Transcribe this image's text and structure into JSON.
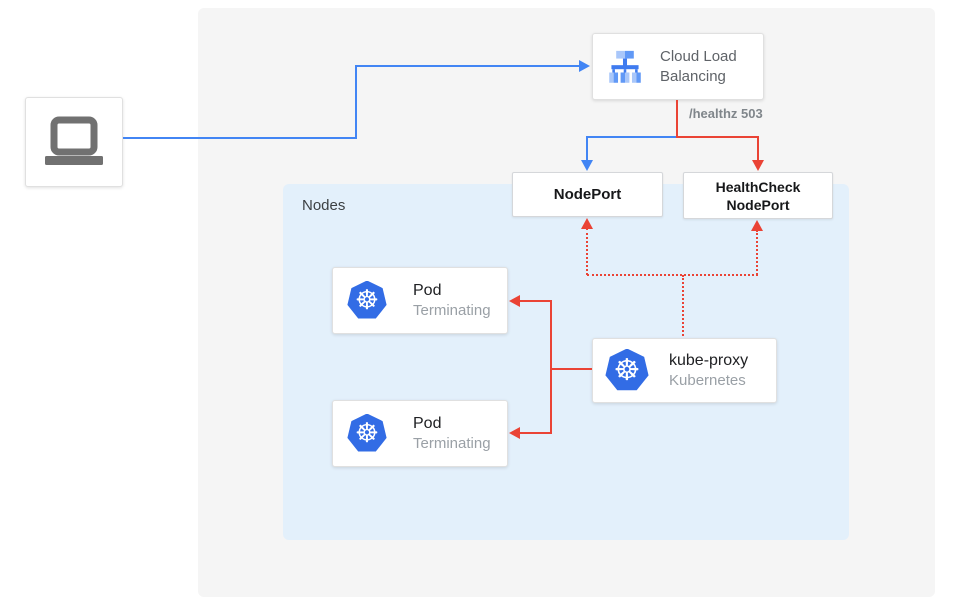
{
  "colors": {
    "blue": "#4285f4",
    "red": "#ea4335",
    "nodes_bg": "#e3f0fb",
    "canvas_bg": "#f5f5f5",
    "icon_gray": "#717171",
    "k8s_blue": "#326ce5"
  },
  "icons": {
    "client": "laptop-icon",
    "load_balancer": "cloud-load-balancing-icon",
    "kubernetes": "kubernetes-helm-icon",
    "kubernetes_glyph": "☸"
  },
  "load_balancer": {
    "label": "Cloud Load Balancing"
  },
  "health_check": {
    "path_label": "/healthz 503"
  },
  "nodes_container": {
    "label": "Nodes"
  },
  "node_port": {
    "label": "NodePort"
  },
  "health_check_node_port": {
    "label": "HealthCheck NodePort"
  },
  "pods": [
    {
      "title": "Pod",
      "status": "Terminating"
    },
    {
      "title": "Pod",
      "status": "Terminating"
    }
  ],
  "kube_proxy": {
    "title": "kube-proxy",
    "subtitle": "Kubernetes"
  }
}
